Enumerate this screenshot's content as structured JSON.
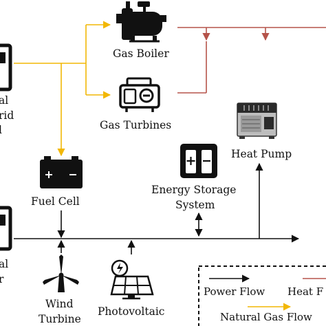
{
  "labels": {
    "left_top_1": "al",
    "left_top_2": "rid",
    "left_top_3": "l",
    "gas_boiler": "Gas Boiler",
    "gas_turbines": "Gas Turbines",
    "heat_pump": "Heat Pump",
    "fuel_cell": "Fuel Cell",
    "energy_storage_1": "Energy Storage",
    "energy_storage_2": "System",
    "wind_1": "Wind",
    "wind_2": "Turbine",
    "photovoltaic": "Photovoltaic",
    "left_bottom_1": "al",
    "left_bottom_2": "r"
  },
  "legend": {
    "power_flow": "Power Flow",
    "heat_flow": "Heat F",
    "gas_flow": "Natural Gas Flow"
  },
  "colors": {
    "power": "#111111",
    "heat": "#b5534a",
    "gas": "#f2b705"
  },
  "icons": {
    "boiler": "gas-boiler-icon",
    "turbine": "gas-turbine-icon",
    "heat_pump": "heat-pump-icon",
    "fuel_cell": "battery-icon",
    "storage": "energy-storage-icon",
    "wind": "wind-turbine-icon",
    "pv": "solar-panel-icon"
  }
}
